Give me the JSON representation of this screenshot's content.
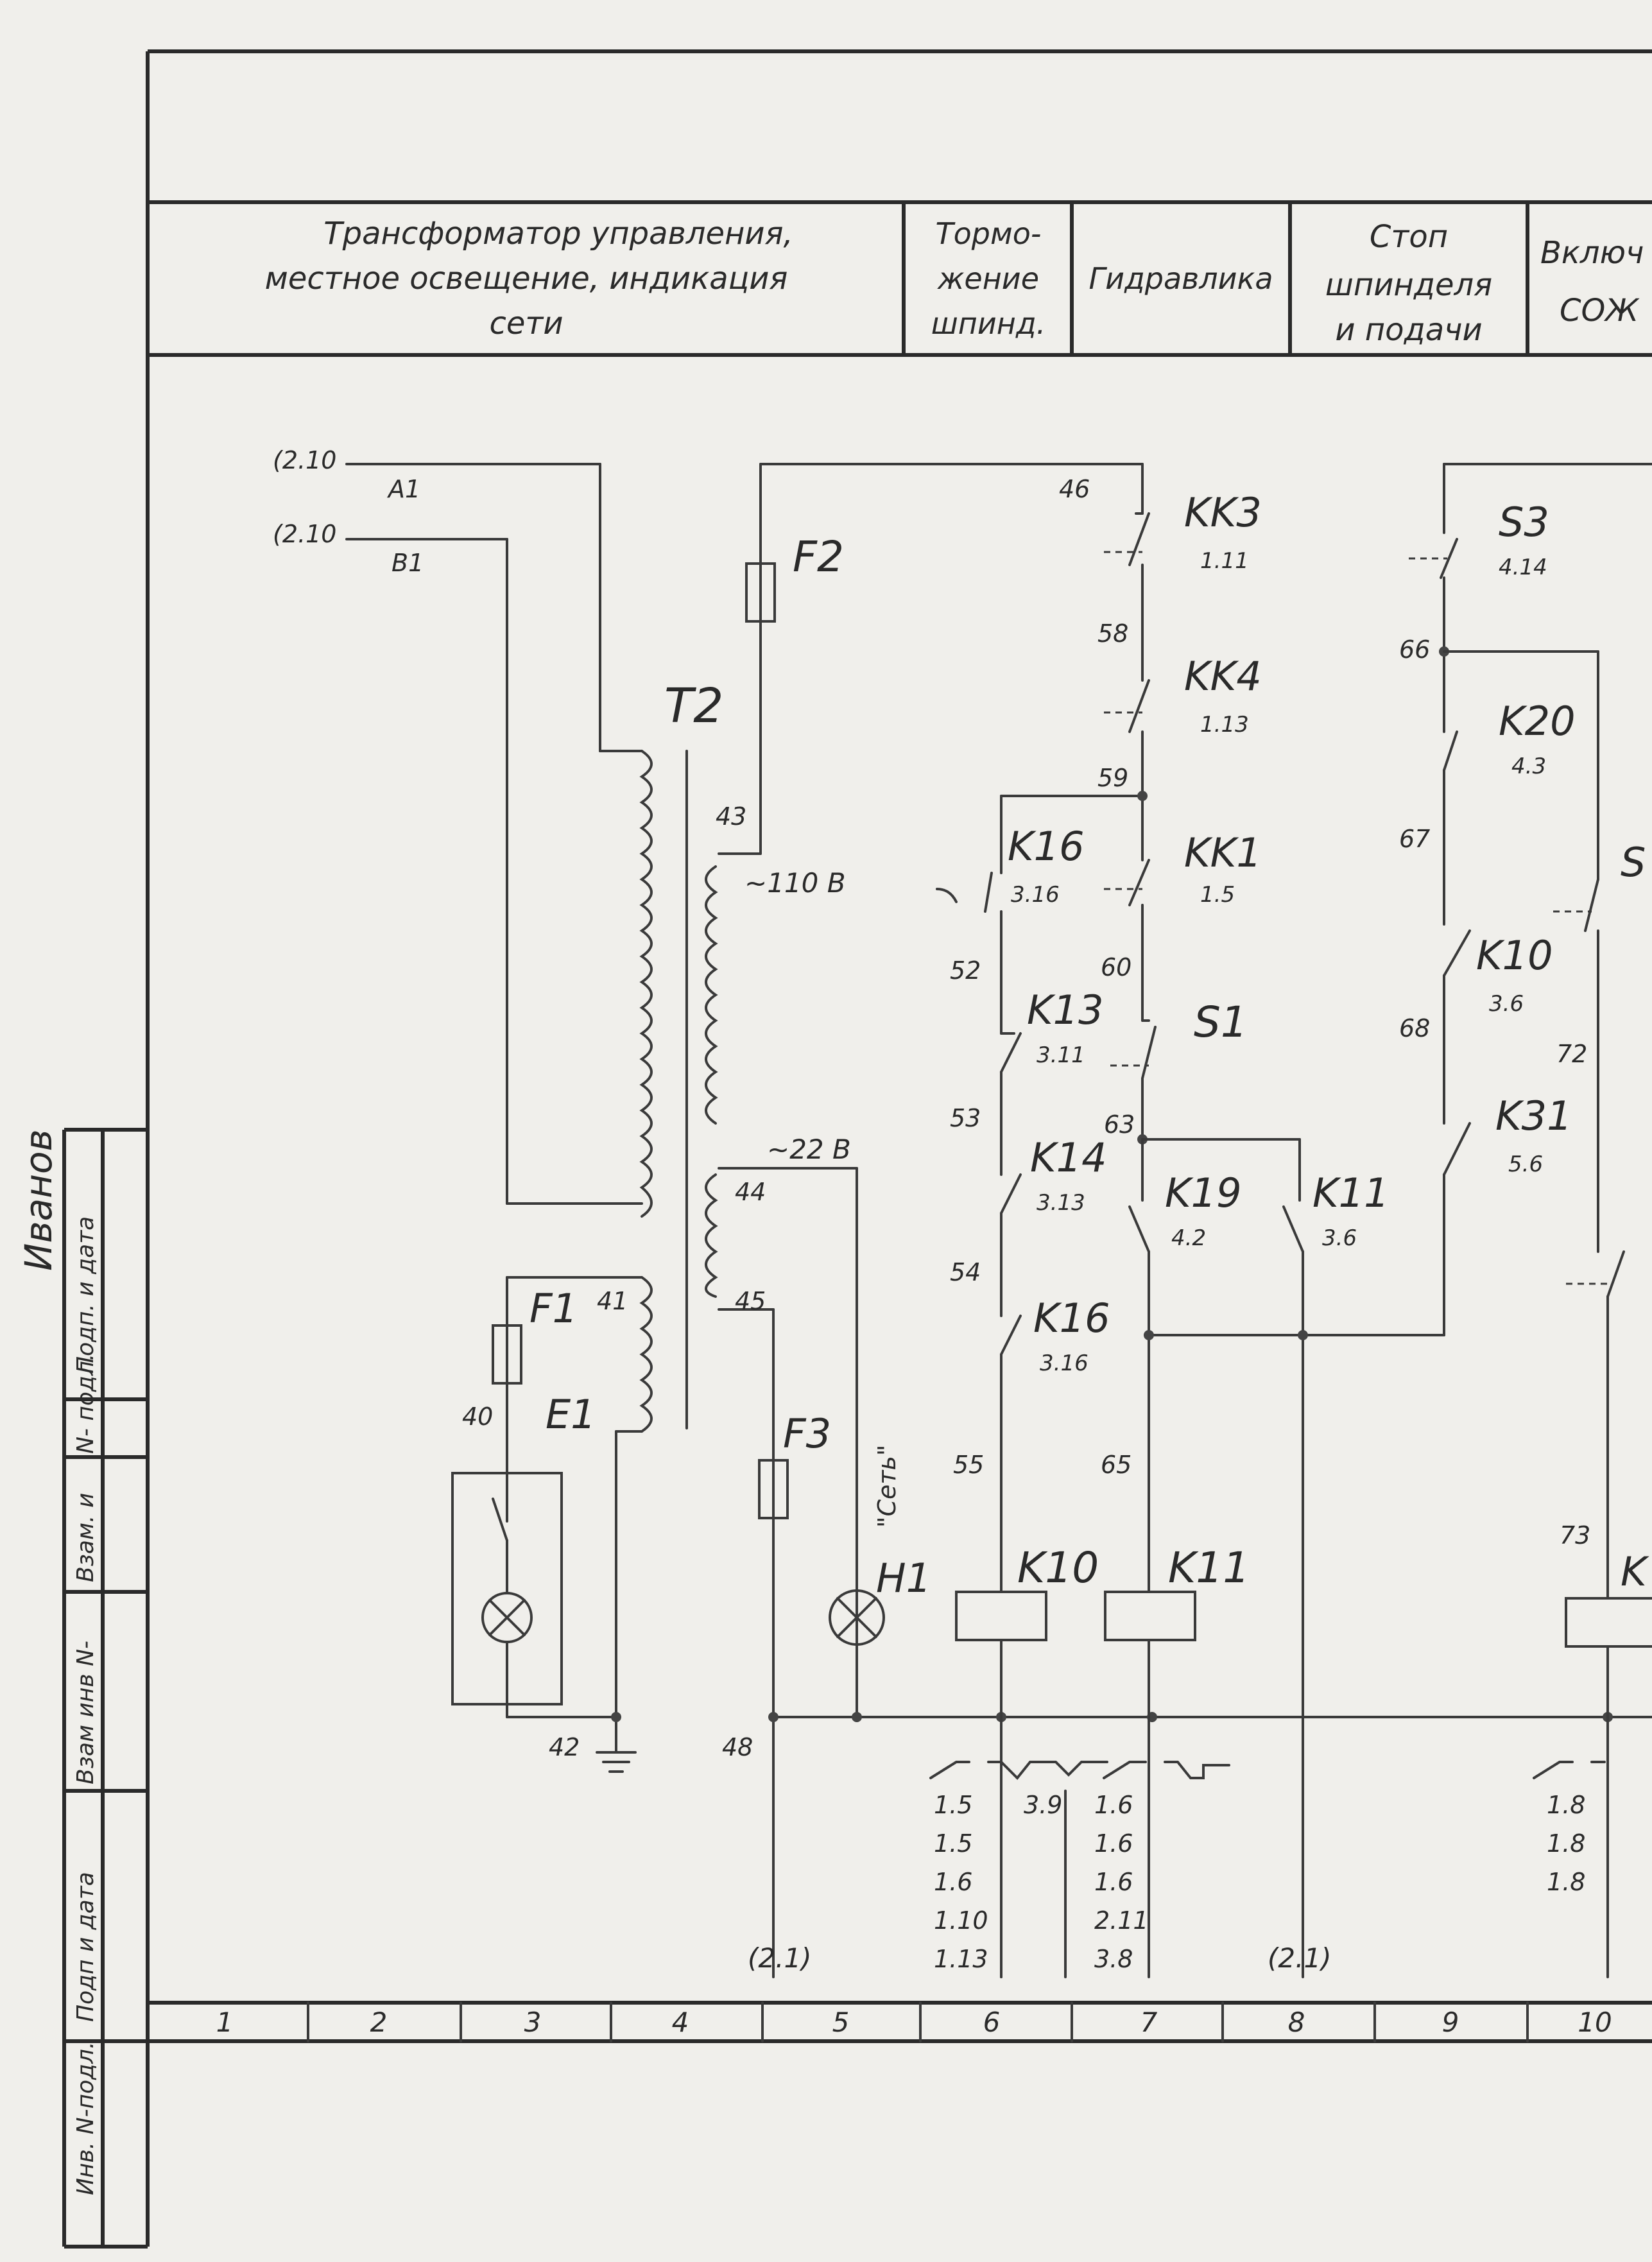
{
  "header": {
    "sections": [
      {
        "lines": [
          "Трансформатор управления,",
          "местное освещение, индикация",
          "сети"
        ]
      },
      {
        "lines": [
          "Тормо-",
          "жение",
          "шпинд."
        ]
      },
      {
        "lines": [
          "Гидравлика"
        ]
      },
      {
        "lines": [
          "Стоп",
          "шпинделя",
          "и подачи"
        ]
      },
      {
        "lines": [
          "Включ",
          "СОЖ"
        ]
      }
    ]
  },
  "side_stamp": {
    "cells": [
      "Инв. N-подл.",
      "Подп и дата",
      "Взам инв N-",
      "Взам. и",
      "N- подл.",
      "Подп. и дата"
    ],
    "handwritten": "Иванов"
  },
  "wires": {
    "incoming_a": "(2.10",
    "incoming_b": "(2.10",
    "a1": "A1",
    "b1": "B1",
    "w43": "43",
    "w46": "46",
    "w58": "58",
    "w59": "59",
    "w60": "60",
    "w63": "63",
    "w52": "52",
    "w53": "53",
    "w54": "54",
    "w55": "55",
    "w65": "65",
    "w40": "40",
    "w41": "41",
    "w42": "42",
    "w44": "44",
    "w45": "45",
    "w48": "48",
    "w66": "66",
    "w67": "67",
    "w68": "68",
    "w72": "72",
    "w73": "73",
    "out_left": "(2.1)",
    "out_right": "(2.1)"
  },
  "components": {
    "t2": "T2",
    "f2": "F2",
    "f1": "F1",
    "f3": "F3",
    "e1": "E1",
    "h1": "H1",
    "h1_label": "\"Сеть\"",
    "v110": "~110 В",
    "v22": "~22 В",
    "kk3": {
      "name": "KK3",
      "ref": "1.11"
    },
    "kk4": {
      "name": "KK4",
      "ref": "1.13"
    },
    "kk1": {
      "name": "KK1",
      "ref": "1.5"
    },
    "k16a": {
      "name": "K16",
      "ref": "3.16"
    },
    "k13": {
      "name": "K13",
      "ref": "3.11"
    },
    "k14": {
      "name": "K14",
      "ref": "3.13"
    },
    "k16b": {
      "name": "K16",
      "ref": "3.16"
    },
    "s1": "S1",
    "k19": {
      "name": "K19",
      "ref": "4.2"
    },
    "k11c": {
      "name": "K11",
      "ref": "3.6"
    },
    "k10coil": "K10",
    "k11coil": "K11",
    "s3": {
      "name": "S3",
      "ref": "4.14"
    },
    "k20": {
      "name": "K20",
      "ref": "4.3"
    },
    "k10c": {
      "name": "K10",
      "ref": "3.6"
    },
    "k31": {
      "name": "K31",
      "ref": "5.6"
    },
    "s_partial": "S",
    "k_partial": "K"
  },
  "ref_tables": {
    "k10": {
      "left": [
        "1.5",
        "1.5",
        "1.6",
        "1.10",
        "1.13"
      ],
      "right": [
        "3.9"
      ]
    },
    "k11": {
      "left": [
        "1.6",
        "1.6",
        "1.6",
        "2.11",
        "3.8"
      ],
      "right": []
    },
    "k_partial": {
      "left": [
        "1.8",
        "1.8",
        "1.8"
      ],
      "right": []
    }
  },
  "columns": [
    "1",
    "2",
    "3",
    "4",
    "5",
    "6",
    "7",
    "8",
    "9",
    "10"
  ]
}
